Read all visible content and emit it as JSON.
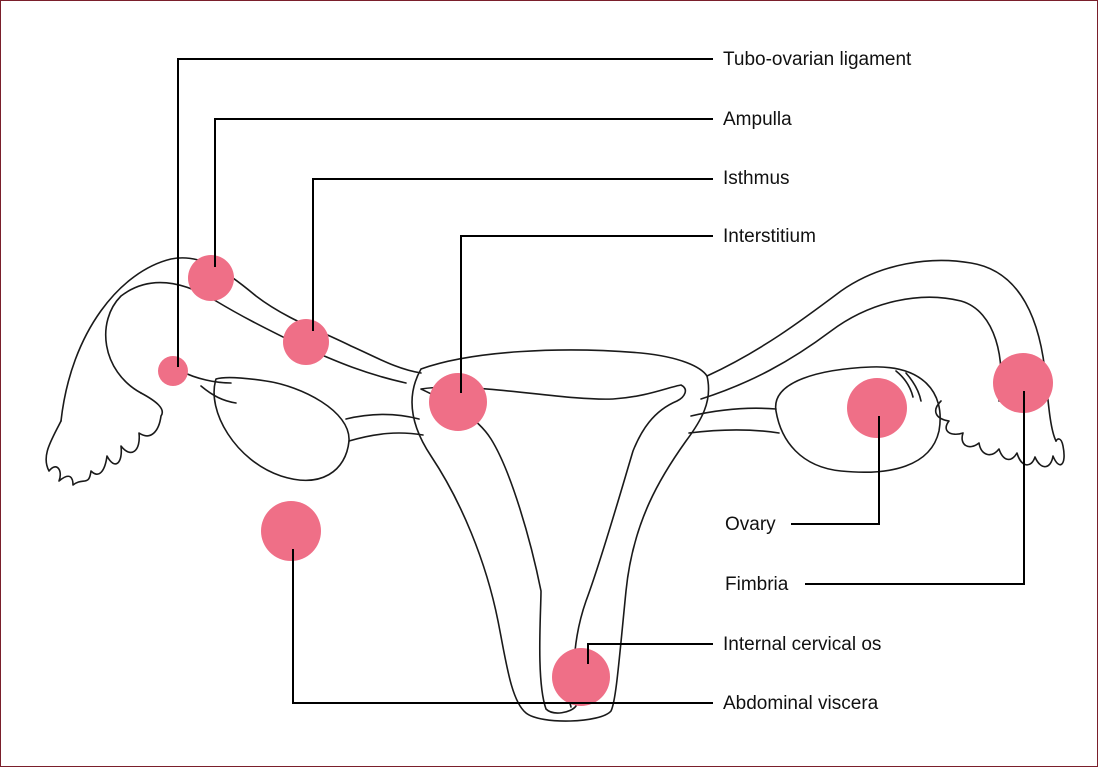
{
  "colors": {
    "border": "#7a1f2b",
    "marker": "#ef6f87",
    "line": "#000000"
  },
  "labels": {
    "tubo_ovarian": "Tubo-ovarian ligament",
    "ampulla": "Ampulla",
    "isthmus": "Isthmus",
    "interstitium": "Interstitium",
    "ovary": "Ovary",
    "fimbria": "Fimbria",
    "internal_cervical_os": "Internal cervical os",
    "abdominal_viscera": "Abdominal viscera"
  }
}
